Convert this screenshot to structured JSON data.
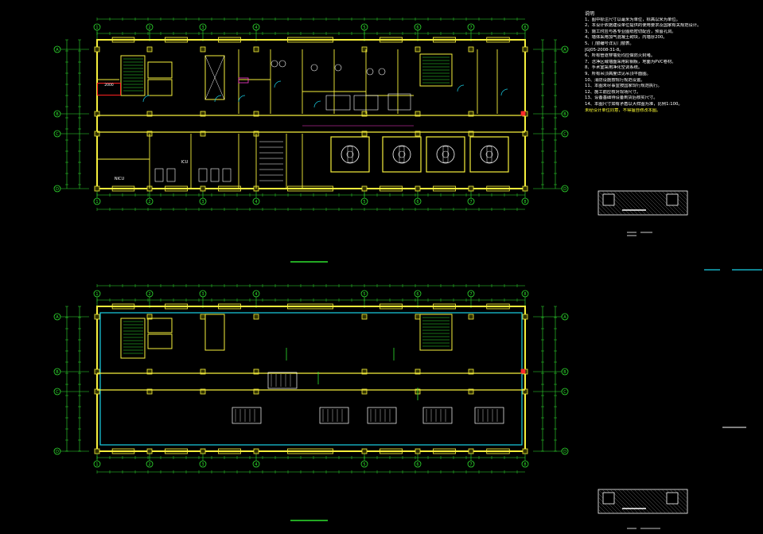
{
  "colors": {
    "background": "#000000",
    "wall": "#f6ef3c",
    "dim": "#2fe02f",
    "interior": "#ffffff",
    "accent_cyan": "#19d0e6",
    "accent_red": "#ff2a2a",
    "accent_magenta": "#ff3bd4"
  },
  "grid_labels": {
    "columns": [
      "1",
      "2",
      "3",
      "4",
      "5",
      "6",
      "7",
      "8"
    ],
    "rows": [
      "A",
      "B",
      "C",
      "D"
    ]
  },
  "plan_top": {
    "rooms": [
      "ICU",
      "NICU"
    ],
    "red_label": "2000"
  },
  "notes": {
    "title": "说明",
    "lines": [
      "1、图中标注尺寸以毫米为单位，标高以米为单位。",
      "2、本设计依据建设单位提供的使用要求及国家有关规范设计。",
      "3、施工时应与各专业图纸密切配合，预留孔洞。",
      "4、墙体采用加气混凝土砌块，内墙厚200。",
      "5、门窗编号详见门窗表。",
      "JGJ05-2008-31-8。",
      "6、所有管道穿墙处均应做防火封堵。",
      "7、洁净区域墙面采用彩钢板，地面为PVC卷材。",
      "8、手术室采用净化空调系统。",
      "9、所有吊顶高度详见吊顶平面图。",
      "10、消防设施按现行规范设置。",
      "11、本图未尽事宜按国家现行规范执行。",
      "12、施工前应核对现场尺寸。",
      "13、设备基础待设备到货后核实尺寸。",
      "14、本图尺寸如有矛盾以大样图为准，比例1:100。"
    ],
    "warning": "未经设计单位同意，不得擅自修改本图。"
  }
}
